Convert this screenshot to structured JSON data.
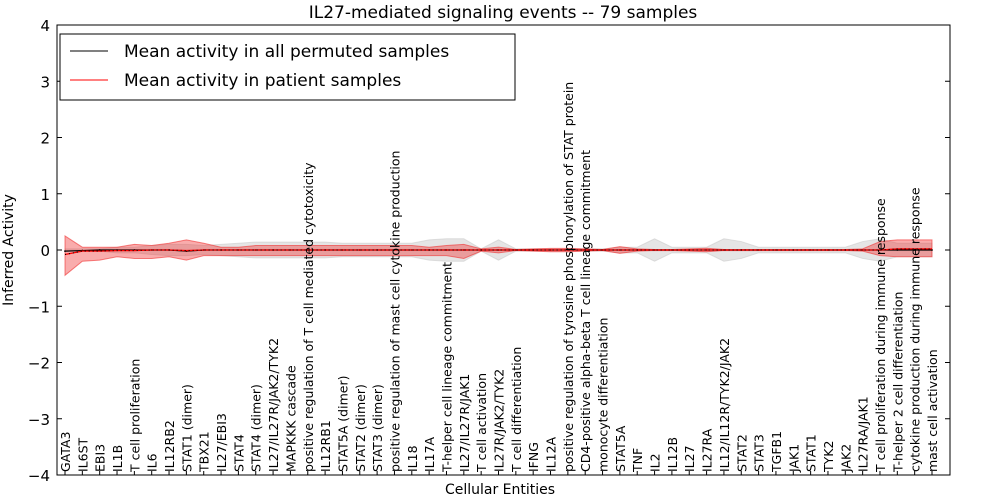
{
  "chart_data": {
    "type": "line",
    "title": "IL27-mediated signaling events -- 79 samples",
    "xlabel": "Cellular Entities",
    "ylabel": "Inferred Activity",
    "ylim": [
      -4,
      4
    ],
    "yticks": [
      "−4",
      "−3",
      "−2",
      "−1",
      "0",
      "1",
      "2",
      "3",
      "4"
    ],
    "legend_position": "top-left",
    "grid": false,
    "categories": [
      "GATA3",
      "IL6ST",
      "EBI3",
      "IL1B",
      "T cell proliferation",
      "IL6",
      "IL12RB2",
      "STAT1 (dimer)",
      "TBX21",
      "IL27/EBI3",
      "STAT4",
      "STAT4 (dimer)",
      "IL27/IL27R/JAK2/TYK2",
      "MAPKKK cascade",
      "positive regulation of T cell mediated cytotoxicity",
      "IL12RB1",
      "STAT5A (dimer)",
      "STAT2 (dimer)",
      "STAT3 (dimer)",
      "positive regulation of mast cell cytokine production",
      "IL18",
      "IL17A",
      "T-helper cell lineage commitment",
      "IL27/IL27R/JAK1",
      "T cell activation",
      "IL27R/JAK2/TYK2",
      "T cell differentiation",
      "IFNG",
      "IL12A",
      "positive regulation of tyrosine phosphorylation of STAT protein",
      "CD4-positive alpha-beta T cell lineage commitment",
      "monocyte differentiation",
      "STAT5A",
      "TNF",
      "IL2",
      "IL12B",
      "IL27",
      "IL27RA",
      "IL12/IL12R/TYK2/JAK2",
      "STAT2",
      "STAT3",
      "TGFB1",
      "JAK1",
      "STAT1",
      "TYK2",
      "JAK2",
      "IL27RA/JAK1",
      "T cell proliferation during immune response",
      "T-helper 2 cell differentiation",
      "cytokine production during immune response",
      "mast cell activation"
    ],
    "series": [
      {
        "name": "Mean activity in all permuted samples",
        "color": "#000000",
        "values": [
          -0.02,
          -0.01,
          0,
          0,
          0,
          0,
          0,
          -0.02,
          0,
          0,
          0,
          0,
          0,
          0,
          0,
          0,
          0,
          0,
          0,
          0,
          0,
          0,
          0,
          0,
          0,
          0,
          0,
          0,
          0,
          0,
          0,
          0,
          0,
          0,
          0,
          0,
          0,
          0,
          0,
          0,
          0,
          0,
          0,
          0,
          0,
          0,
          0,
          0,
          0,
          0,
          0
        ],
        "band_upper": [
          0.02,
          0.02,
          0.02,
          0.05,
          0.05,
          0.08,
          0.1,
          0.1,
          0.08,
          0.1,
          0.12,
          0.14,
          0.14,
          0.14,
          0.14,
          0.14,
          0.12,
          0.12,
          0.12,
          0.12,
          0.12,
          0.18,
          0.2,
          0.2,
          0.02,
          0.18,
          0.02,
          0.02,
          0.02,
          0.02,
          0.02,
          0.02,
          0.05,
          0.05,
          0.2,
          0.05,
          0.05,
          0.05,
          0.2,
          0.15,
          0.05,
          0.05,
          0.05,
          0.05,
          0.05,
          0.05,
          0.15,
          0.2,
          0.12,
          0.12,
          0.12
        ],
        "band_lower": [
          -0.02,
          -0.02,
          -0.02,
          -0.05,
          -0.05,
          -0.08,
          -0.1,
          -0.1,
          -0.08,
          -0.1,
          -0.12,
          -0.14,
          -0.14,
          -0.14,
          -0.14,
          -0.14,
          -0.12,
          -0.12,
          -0.12,
          -0.12,
          -0.12,
          -0.18,
          -0.2,
          -0.2,
          -0.02,
          -0.18,
          -0.02,
          -0.02,
          -0.02,
          -0.02,
          -0.02,
          -0.02,
          -0.05,
          -0.05,
          -0.2,
          -0.05,
          -0.05,
          -0.05,
          -0.2,
          -0.15,
          -0.05,
          -0.05,
          -0.05,
          -0.05,
          -0.05,
          -0.05,
          -0.15,
          -0.2,
          -0.12,
          -0.12,
          -0.12
        ]
      },
      {
        "name": "Mean activity in patient samples",
        "color": "#ff0000",
        "values": [
          -0.08,
          -0.02,
          -0.02,
          -0.01,
          -0.01,
          0,
          0,
          -0.01,
          0,
          0,
          0,
          0,
          0,
          0,
          0,
          0,
          0,
          0,
          0,
          0,
          0,
          0,
          0,
          0,
          0,
          0,
          0,
          0,
          0,
          0,
          0,
          0,
          0,
          0,
          0,
          0,
          0,
          0,
          0,
          0,
          0,
          0,
          0,
          0,
          0,
          0,
          0,
          0,
          0.02,
          0.02,
          0.02
        ],
        "band_upper": [
          0.25,
          0.05,
          0.05,
          0.05,
          0.1,
          0.08,
          0.12,
          0.18,
          0.12,
          0.05,
          0.05,
          0.08,
          0.08,
          0.08,
          0.08,
          0.08,
          0.08,
          0.08,
          0.08,
          0.08,
          0.08,
          0.05,
          0.08,
          0.1,
          0.02,
          0.05,
          0.01,
          0.02,
          0.03,
          0.03,
          0.02,
          0.01,
          0.06,
          0.02,
          0.01,
          0.01,
          0.02,
          0.03,
          0.01,
          0.01,
          0.01,
          0.01,
          0.01,
          0.01,
          0.01,
          0.01,
          0.02,
          0.15,
          0.18,
          0.18,
          0.18
        ],
        "band_lower": [
          -0.45,
          -0.2,
          -0.18,
          -0.12,
          -0.15,
          -0.15,
          -0.12,
          -0.18,
          -0.1,
          -0.1,
          -0.1,
          -0.1,
          -0.1,
          -0.1,
          -0.1,
          -0.1,
          -0.1,
          -0.1,
          -0.1,
          -0.1,
          -0.1,
          -0.1,
          -0.1,
          -0.15,
          -0.02,
          -0.05,
          -0.01,
          -0.02,
          -0.03,
          -0.03,
          -0.02,
          -0.01,
          -0.06,
          -0.02,
          -0.01,
          -0.01,
          -0.02,
          -0.03,
          -0.01,
          -0.01,
          -0.01,
          -0.01,
          -0.01,
          -0.01,
          -0.01,
          -0.01,
          -0.02,
          -0.1,
          -0.12,
          -0.12,
          -0.12
        ]
      }
    ]
  }
}
